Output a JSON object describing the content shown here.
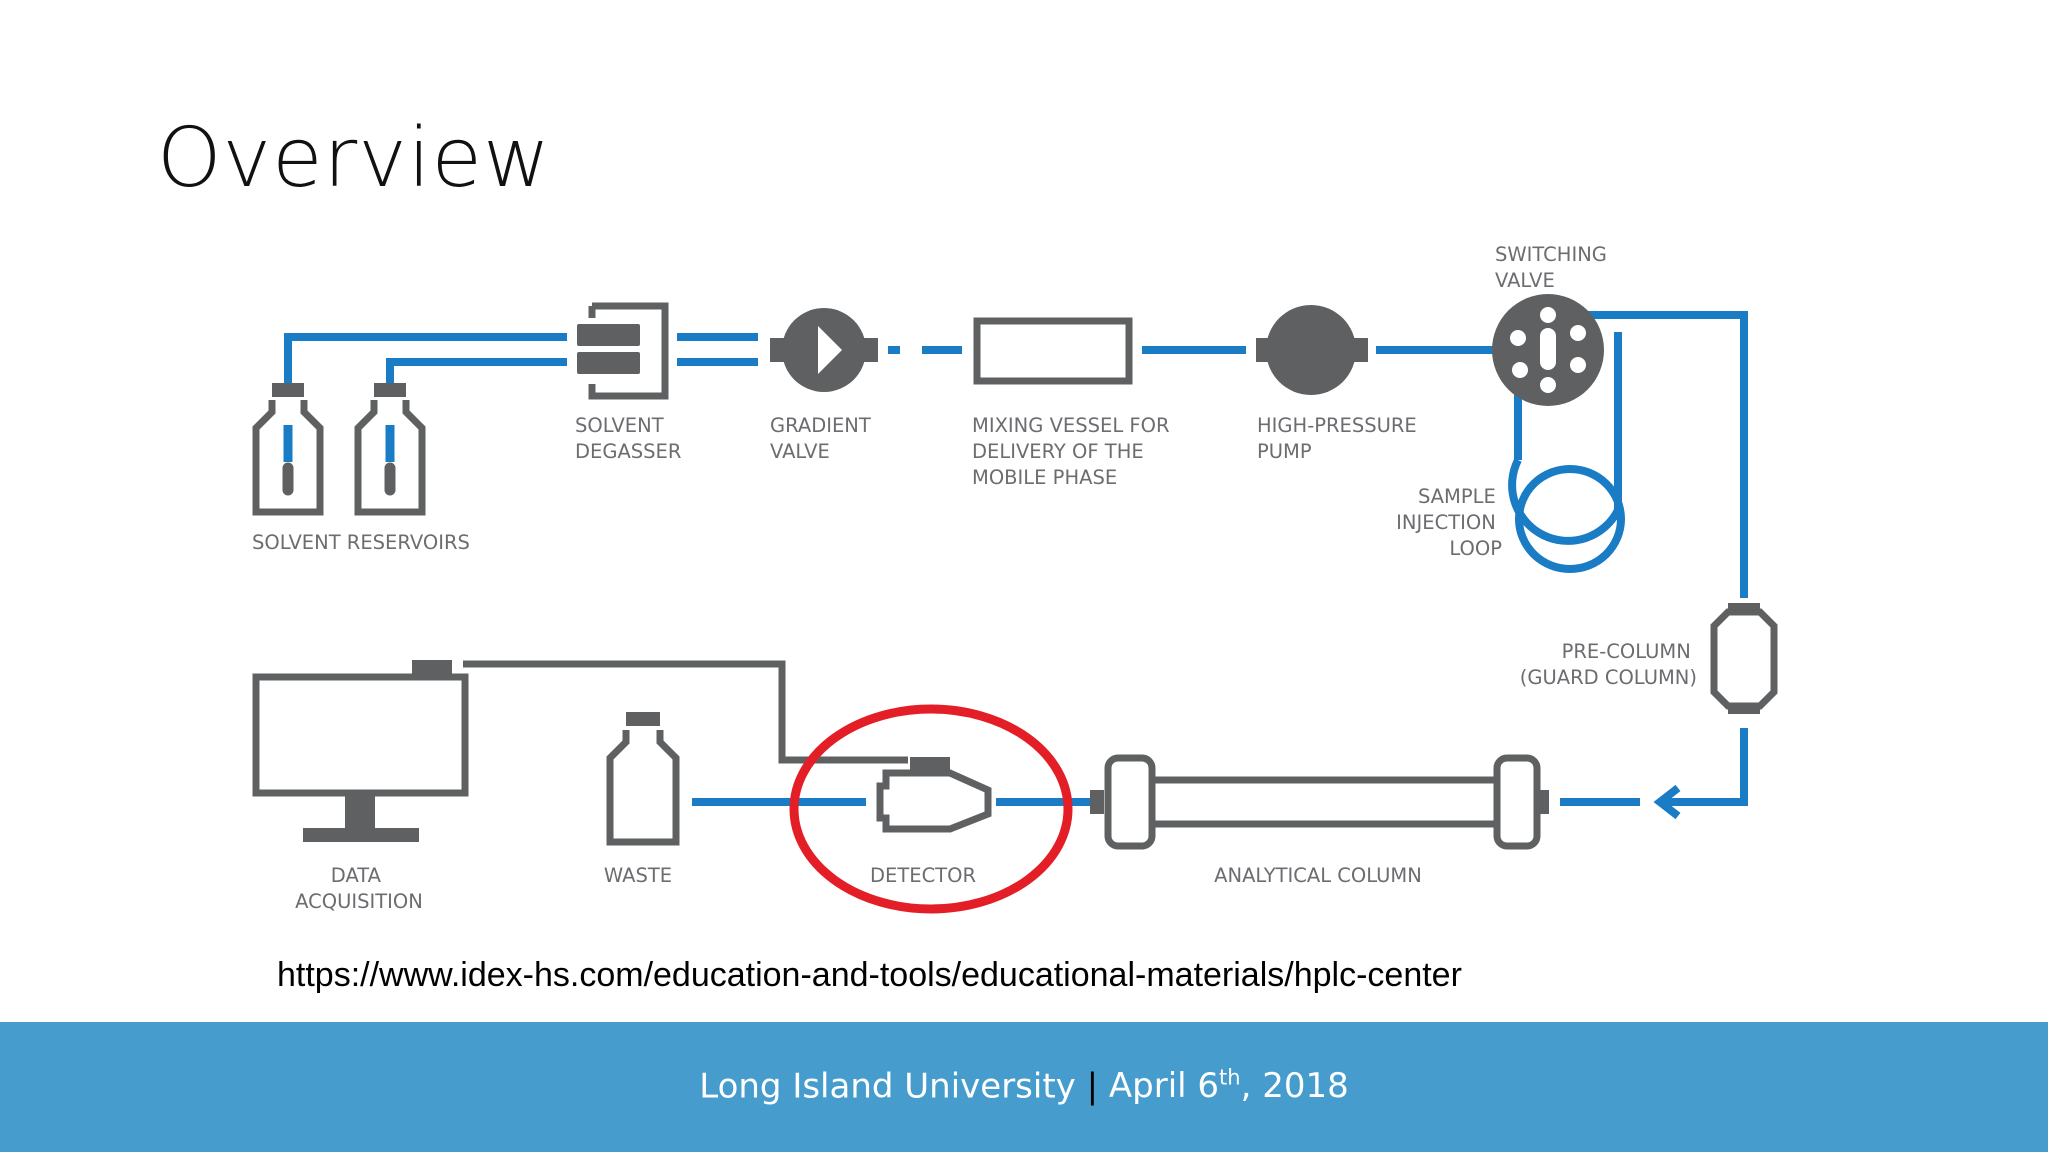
{
  "slide": {
    "title": "Overview",
    "source_url": "https://www.idex-hs.com/education-and-tools/educational-materials/hplc-center"
  },
  "footer": {
    "institution": "Long Island University",
    "separator": "|",
    "date_prefix": "April 6",
    "date_superscript": "th",
    "date_suffix": ", 2018"
  },
  "diagram": {
    "labels": {
      "solvent_reservoirs": "SOLVENT RESERVOIRS",
      "solvent_degasser": [
        "SOLVENT",
        "DEGASSER"
      ],
      "gradient_valve": [
        "GRADIENT",
        "VALVE"
      ],
      "mixing_vessel": [
        "MIXING VESSEL FOR",
        "DELIVERY OF THE",
        "MOBILE PHASE"
      ],
      "high_pressure_pump": [
        "HIGH-PRESSURE",
        "PUMP"
      ],
      "switching_valve": [
        "SWITCHING",
        "VALVE"
      ],
      "sample_injection_loop": [
        "SAMPLE",
        "INJECTION",
        "LOOP"
      ],
      "pre_column": [
        "PRE-COLUMN",
        "(GUARD COLUMN)"
      ],
      "analytical_column": "ANALYTICAL COLUMN",
      "detector": "DETECTOR",
      "waste": "WASTE",
      "data_acquisition": [
        "DATA",
        "ACQUISITION"
      ]
    },
    "colors": {
      "flow_line": "#1a7cc4",
      "component": "#5f6062",
      "highlight": "#e41e26",
      "label": "#6b6d70",
      "footer": "#469dcd"
    },
    "highlighted_component": "detector"
  }
}
